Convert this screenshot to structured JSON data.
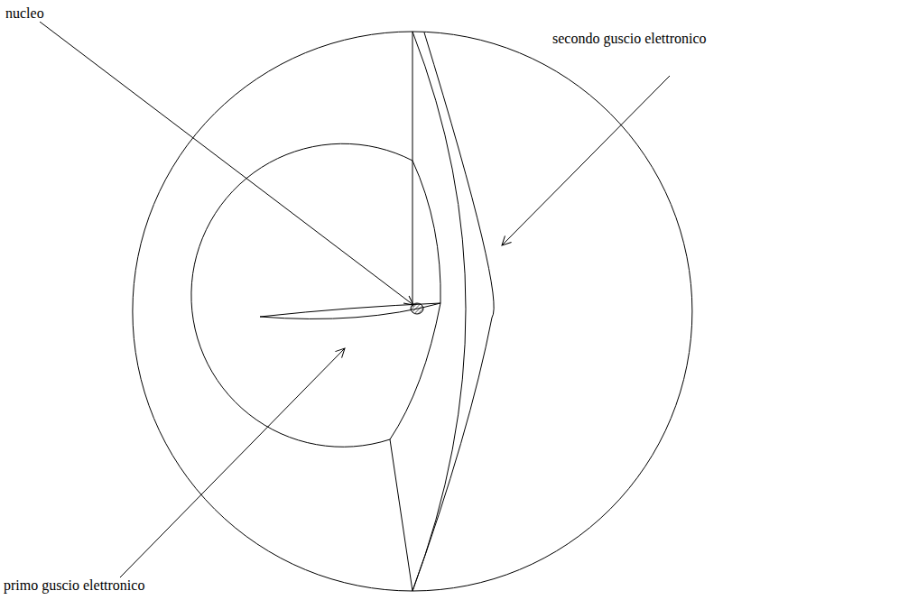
{
  "diagram": {
    "labels": [
      "nucleo",
      "secondo guscio elettronico",
      "primo guscio elettronico"
    ]
  }
}
